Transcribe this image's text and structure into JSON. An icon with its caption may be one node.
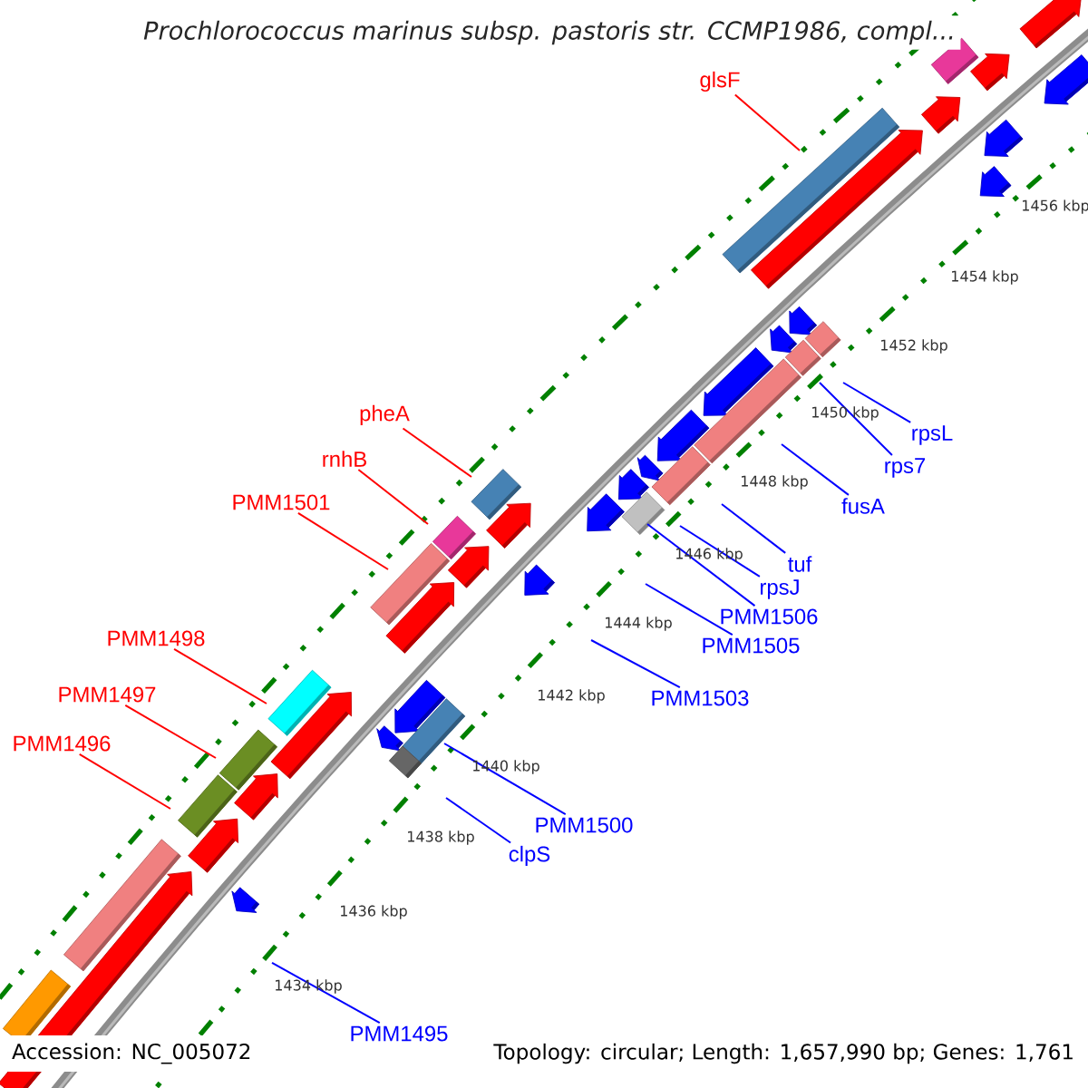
{
  "diagram": {
    "title": "Prochlorococcus marinus subsp. pastoris str. CCMP1986, compl...",
    "nodes": [
      {
        "text": [
          "glsF"
        ]
      },
      {
        "text": [
          "pheA"
        ]
      },
      {
        "text": [
          "rpsL"
        ]
      },
      {
        "text": [
          "rnhB"
        ]
      },
      {
        "text": [
          "rps7"
        ]
      },
      {
        "text": [
          "PMM1501"
        ]
      },
      {
        "text": [
          "fusA"
        ]
      },
      {
        "text": [
          "tuf"
        ]
      },
      {
        "text": [
          "rpsJ"
        ]
      },
      {
        "text": [
          "PMM1506"
        ]
      },
      {
        "text": [
          "PMM1498"
        ]
      },
      {
        "text": [
          "PMM1505"
        ]
      },
      {
        "text": [
          "PMM1497"
        ]
      },
      {
        "text": [
          "PMM1503"
        ]
      },
      {
        "text": [
          "PMM1496"
        ]
      },
      {
        "text": [
          "PMM1500"
        ]
      },
      {
        "text": [
          "clpS"
        ]
      },
      {
        "text": [
          "PMM1495"
        ]
      }
    ],
    "edges": [
      {
        "from": 0,
        "to": null,
        "arrow": "none",
        "color": "#ff0000"
      },
      {
        "from": 1,
        "to": null,
        "arrow": "none",
        "color": "#ff0000"
      },
      {
        "from": 2,
        "to": null,
        "arrow": "none"
      },
      {
        "from": 3,
        "to": null,
        "arrow": "none",
        "color": "#ff0000"
      },
      {
        "from": 4,
        "to": null,
        "arrow": "none"
      },
      {
        "from": 5,
        "to": null,
        "arrow": "none",
        "color": "#ff0000"
      },
      {
        "from": 6,
        "to": null,
        "arrow": "none"
      },
      {
        "from": 7,
        "to": null,
        "arrow": "none"
      },
      {
        "from": 8,
        "to": null,
        "arrow": "none"
      },
      {
        "from": 9,
        "to": null,
        "arrow": "none"
      },
      {
        "from": 10,
        "to": null,
        "arrow": "none",
        "color": "#ff0000"
      },
      {
        "from": 11,
        "to": null,
        "arrow": "none"
      },
      {
        "from": 12,
        "to": null,
        "arrow": "none",
        "color": "#ff0000"
      },
      {
        "from": 13,
        "to": null,
        "arrow": "none"
      },
      {
        "from": 14,
        "to": null,
        "arrow": "none",
        "color": "#ff0000"
      },
      {
        "from": 15,
        "to": null,
        "arrow": "none"
      },
      {
        "from": 16,
        "to": null,
        "arrow": "none"
      },
      {
        "from": 17,
        "to": null,
        "arrow": "none"
      }
    ],
    "labels": [
      "1456 kbp",
      "1454 kbp",
      "1452 kbp",
      "1450 kbp",
      "1448 kbp",
      "1446 kbp",
      "1444 kbp",
      "1442 kbp",
      "1440 kbp",
      "1438 kbp",
      "1436 kbp",
      "1434 kbp",
      "Accession: NC_005072",
      "Topology: circular; Length: 1,657,990 bp; Genes: 1,761"
    ]
  }
}
